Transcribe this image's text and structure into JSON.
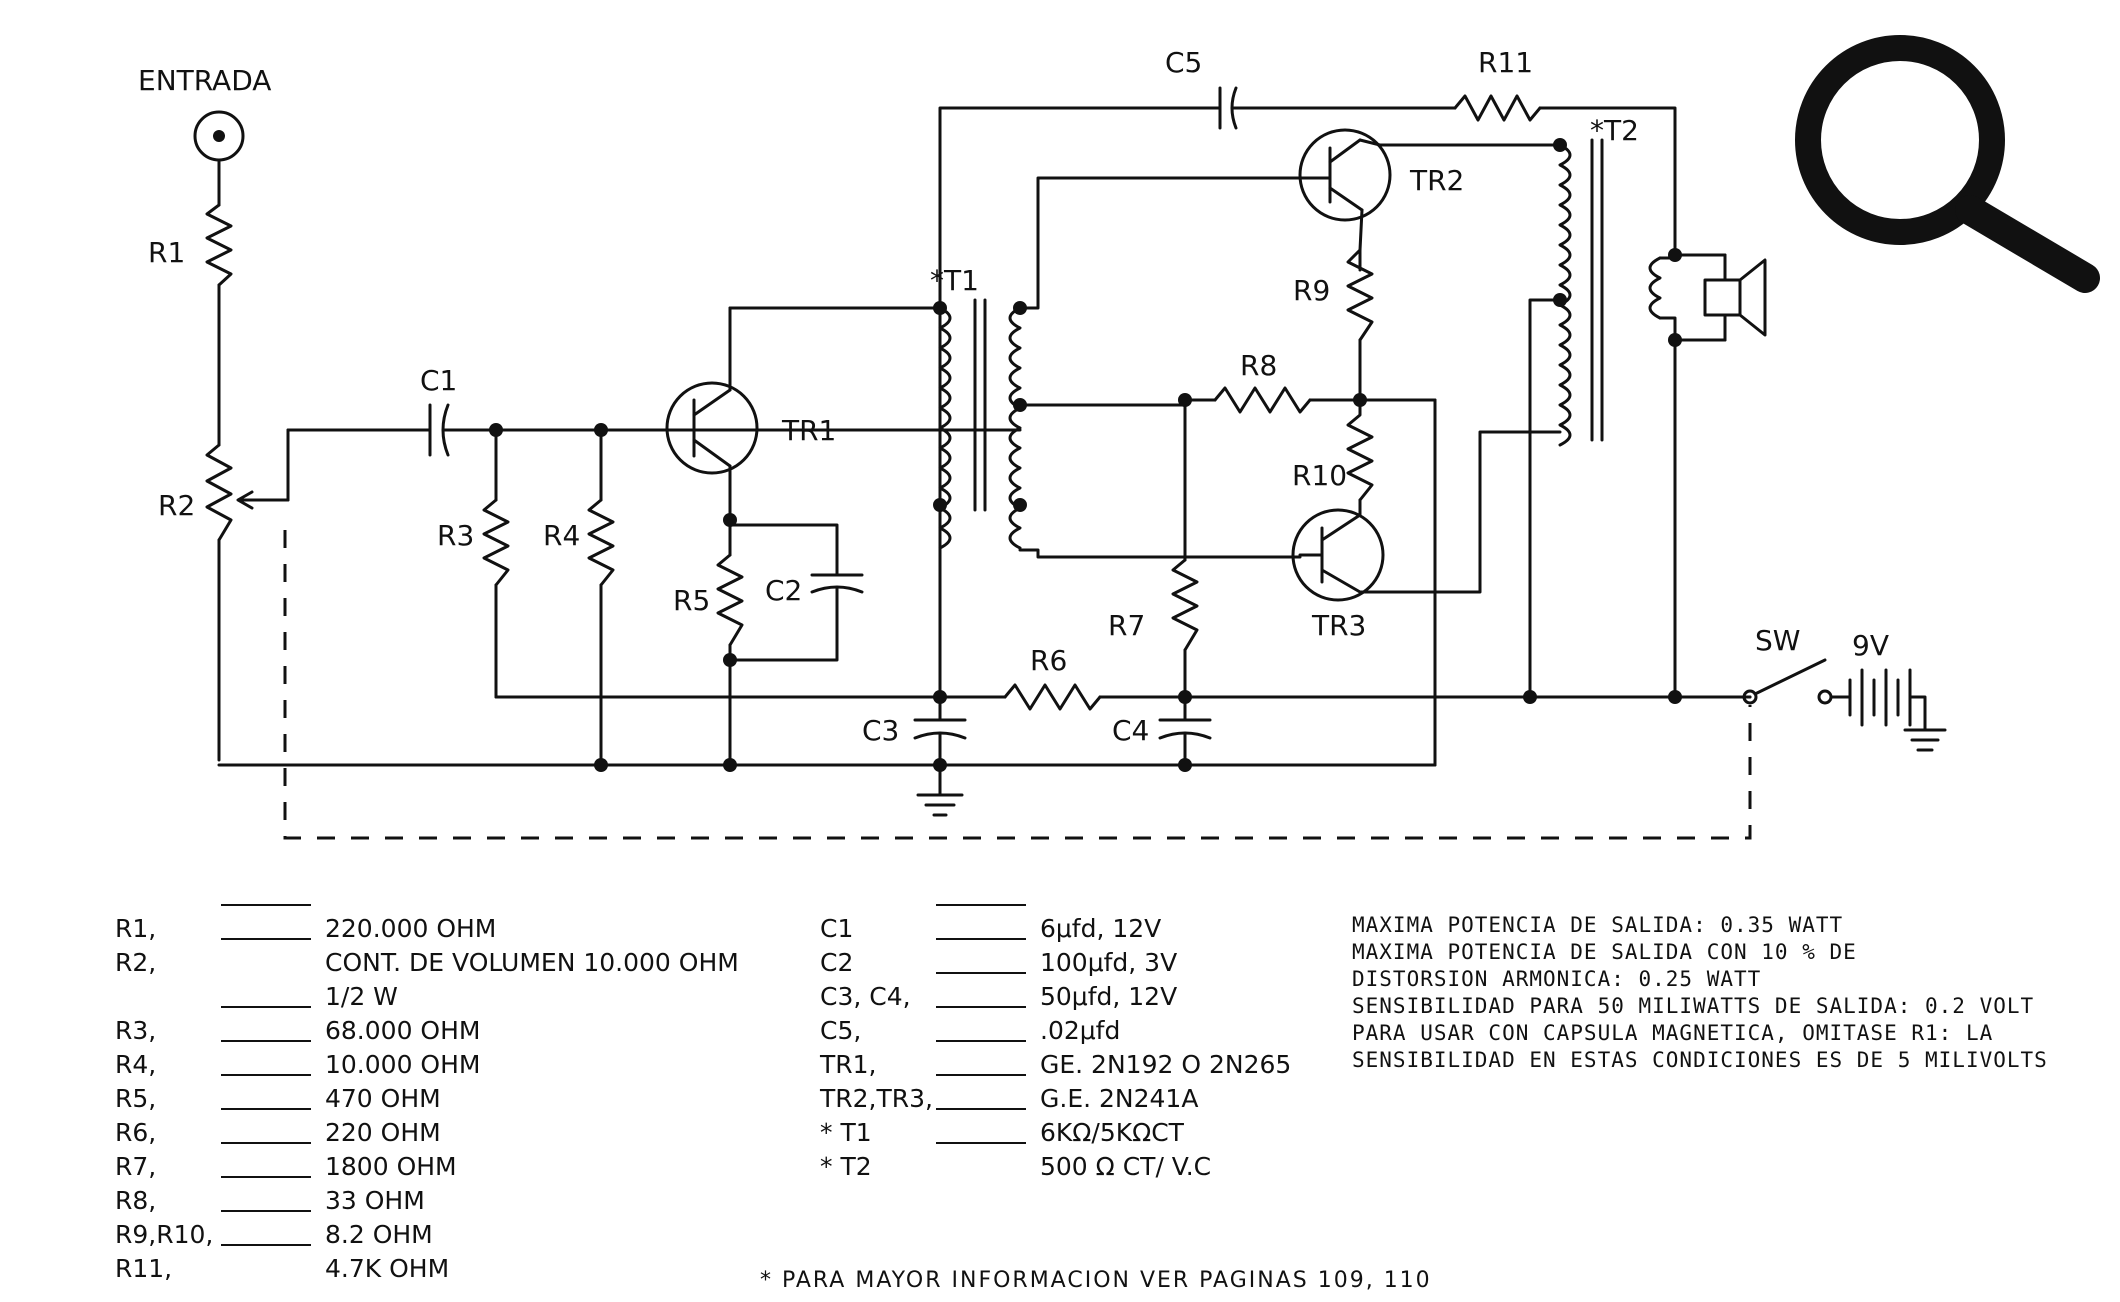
{
  "labels": {
    "entrada": "ENTRADA",
    "r1": "R1",
    "r2": "R2",
    "r3": "R3",
    "r4": "R4",
    "r5": "R5",
    "r6": "R6",
    "r7": "R7",
    "r8": "R8",
    "r9": "R9",
    "r10": "R10",
    "r11": "R11",
    "c1": "C1",
    "c2": "C2",
    "c3": "C3",
    "c4": "C4",
    "c5": "C5",
    "tr1": "TR1",
    "tr2": "TR2",
    "tr3": "TR3",
    "t1": "*T1",
    "t2": "*T2",
    "sw": "SW",
    "battery": "9V"
  },
  "parts_left": [
    {
      "ref": "R1,",
      "value": "220.000 OHM"
    },
    {
      "ref": "R2,",
      "value": "CONT. DE VOLUMEN  10.000 OHM"
    },
    {
      "ref": "",
      "value": "1/2 W"
    },
    {
      "ref": "R3,",
      "value": "68.000 OHM"
    },
    {
      "ref": "R4,",
      "value": "10.000 OHM"
    },
    {
      "ref": "R5,",
      "value": "470  OHM"
    },
    {
      "ref": "R6,",
      "value": "220 OHM"
    },
    {
      "ref": "R7,",
      "value": "1800 OHM"
    },
    {
      "ref": "R8,",
      "value": "33 OHM"
    },
    {
      "ref": "R9,R10,",
      "value": "8.2 OHM"
    },
    {
      "ref": "R11,",
      "value": "4.7K OHM"
    }
  ],
  "parts_mid": [
    {
      "ref": "C1",
      "value": "6μfd, 12V"
    },
    {
      "ref": "C2",
      "value": "100μfd, 3V"
    },
    {
      "ref": "C3, C4,",
      "value": "50μfd, 12V"
    },
    {
      "ref": "C5,",
      "value": ".02μfd"
    },
    {
      "ref": "TR1,",
      "value": "GE. 2N192 O  2N265"
    },
    {
      "ref": "TR2,TR3,",
      "value": "G.E. 2N241A"
    },
    {
      "ref": "* T1",
      "value": "6KΩ/5KΩCT"
    },
    {
      "ref": "* T2",
      "value": "500 Ω CT/ V.C"
    }
  ],
  "specs": [
    "MAXIMA POTENCIA DE SALIDA: 0.35 WATT",
    "MAXIMA POTENCIA DE SALIDA CON 10 % DE",
    "DISTORSION ARMONICA: 0.25 WATT",
    "SENSIBILIDAD PARA 50 MILIWATTS DE SALIDA: 0.2 VOLT",
    "PARA USAR CON CAPSULA MAGNETICA, OMITASE R1: LA",
    "SENSIBILIDAD EN ESTAS CONDICIONES ES DE 5 MILIVOLTS"
  ],
  "footnote": "* PARA MAYOR INFORMACION VER PAGINAS 109, 110",
  "icons": {
    "search": "magnifier-icon"
  },
  "colors": {
    "ink": "#111111",
    "paper": "#ffffff"
  }
}
